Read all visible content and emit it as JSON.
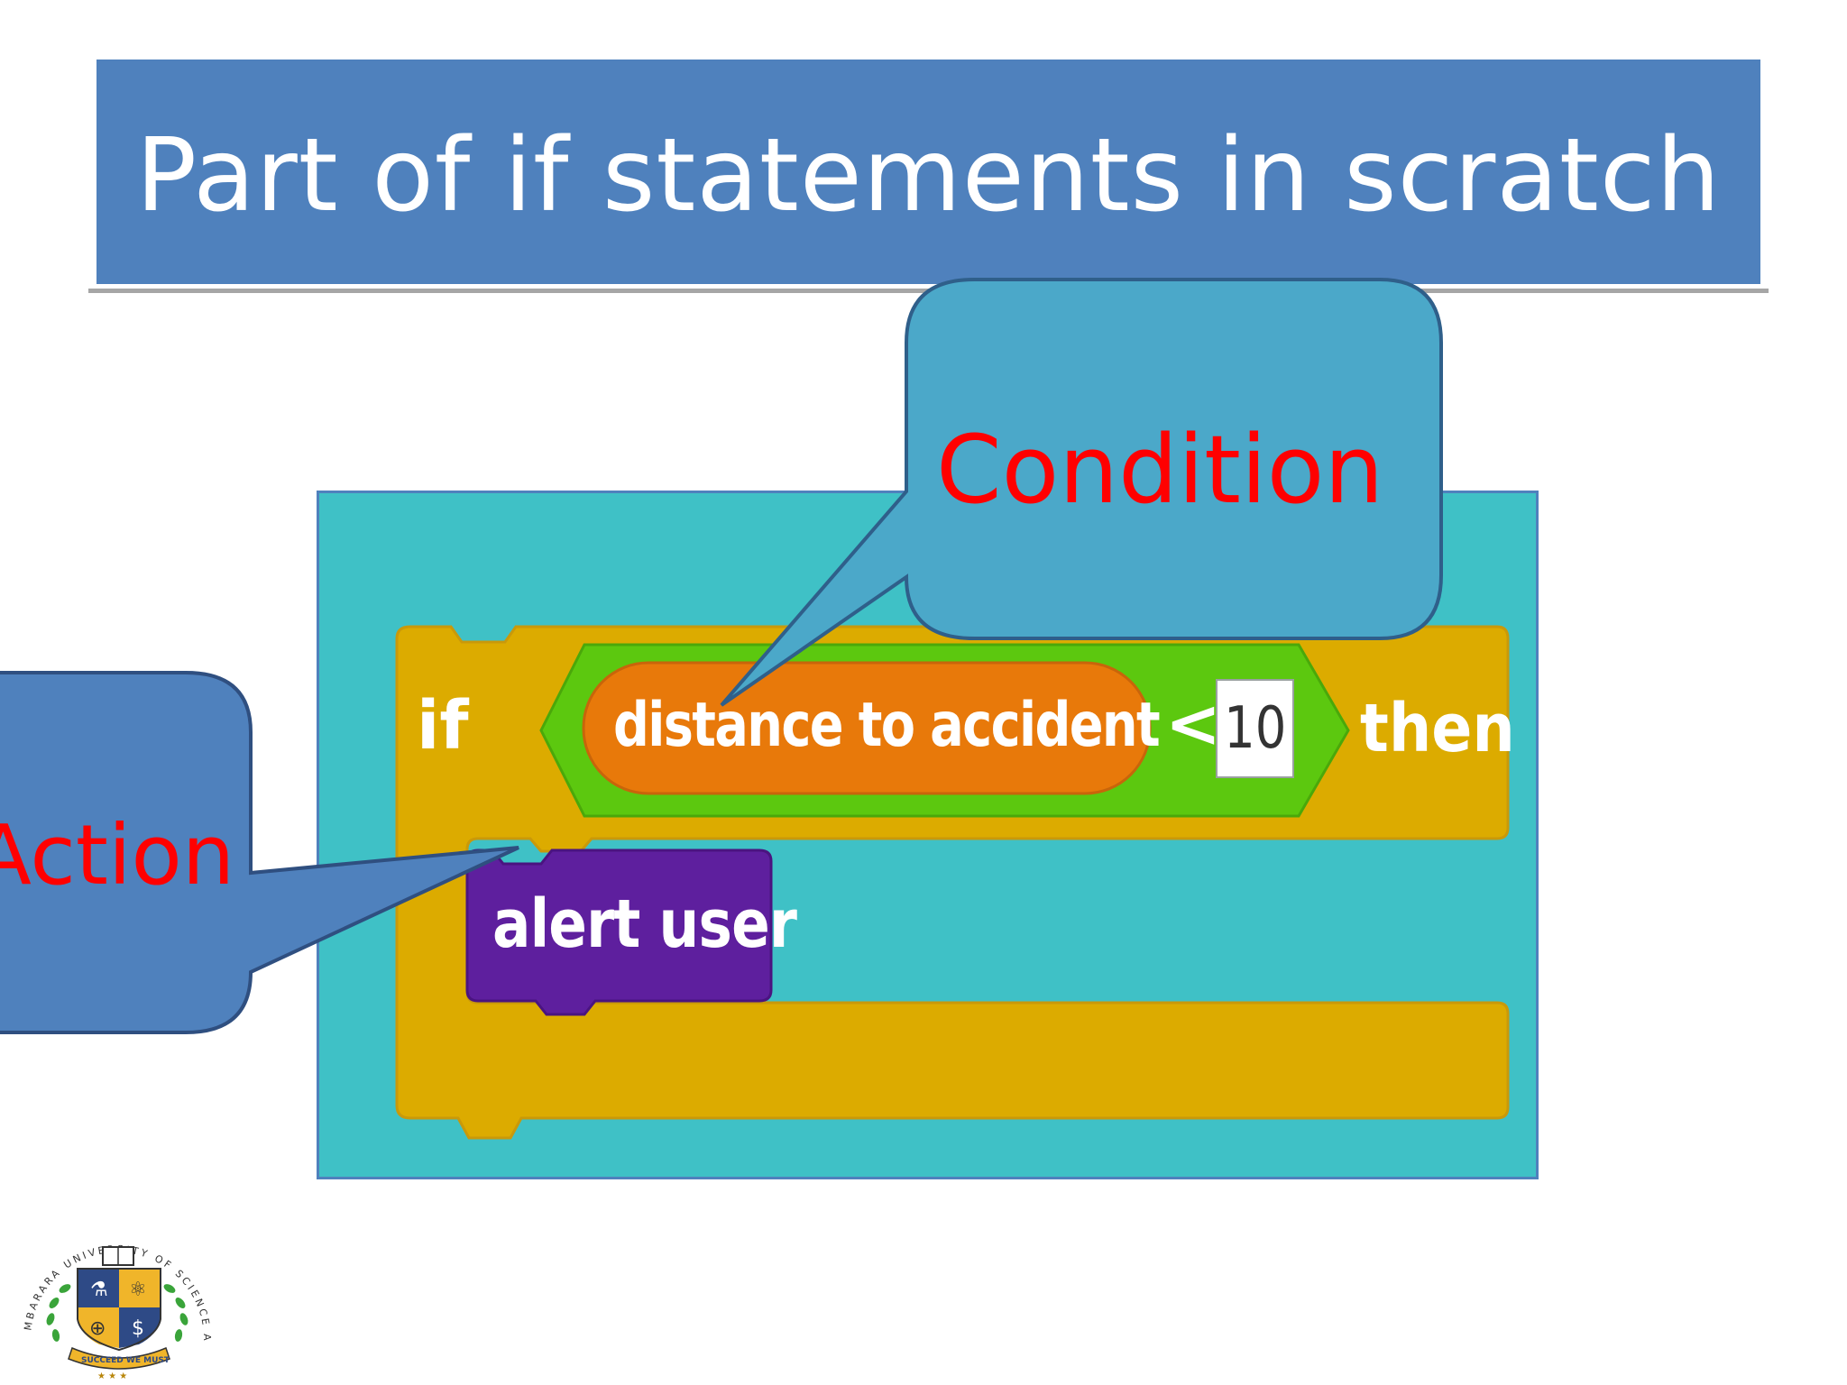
{
  "slide": {
    "title": "Part of if statements in scratch"
  },
  "scratch_block": {
    "if_keyword": "if",
    "reporter": "distance to accident",
    "operator": "<",
    "value": "10",
    "then_keyword": "then",
    "action": "alert user"
  },
  "callouts": {
    "condition": "Condition",
    "action": "Action"
  },
  "logo": {
    "arc_text": "MBARARA UNIVERSITY OF SCIENCE AND TECHNOLOGY",
    "motto": "SUCCEED WE MUST"
  },
  "colors": {
    "title_bar": "#4f81bd",
    "scratch_background": "#3fc1c6",
    "control_block": "#dcab00",
    "operator_block": "#5cc80f",
    "sensing_block": "#e8790a",
    "looks_block": "#5e1f9e",
    "callout_condition": "#4ba8c9",
    "callout_action": "#4f81bd",
    "callout_text": "#ff0000"
  }
}
